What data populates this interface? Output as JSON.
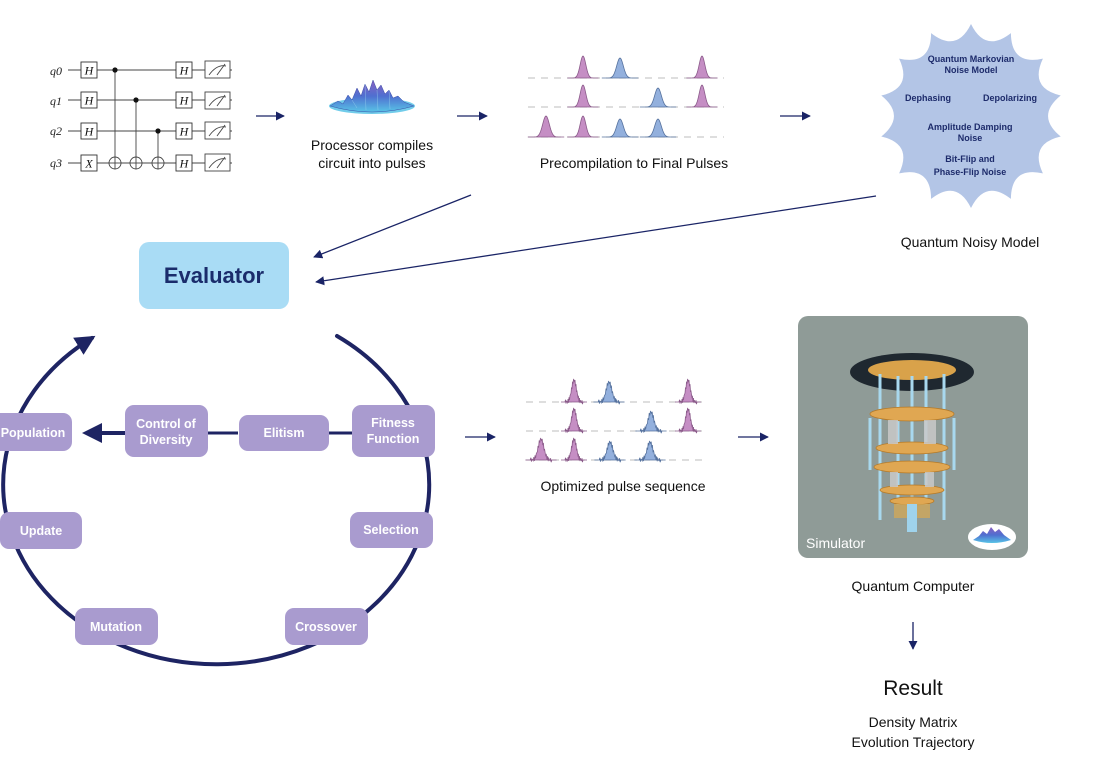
{
  "circuit": {
    "qubits": [
      "q0",
      "q1",
      "q2",
      "q3"
    ],
    "gate_h": "H",
    "gate_x": "X"
  },
  "stages": {
    "processor_line1": "Processor compiles",
    "processor_line2": "circuit into pulses",
    "precompilation": "Precompilation to Final Pulses",
    "noisy_model": "Quantum Noisy Model",
    "optimized": "Optimized pulse sequence",
    "quantum_computer": "Quantum Computer",
    "simulator": "Simulator"
  },
  "noise": {
    "markovian_line1": "Quantum Markovian",
    "markovian_line2": "Noise Model",
    "dephasing": "Dephasing",
    "depolarizing": "Depolarizing",
    "amplitude_line1": "Amplitude Damping",
    "amplitude_line2": "Noise",
    "bitflip_line1": "Bit-Flip and",
    "bitflip_line2": "Phase-Flip Noise"
  },
  "evaluator": "Evaluator",
  "cycle": {
    "population": "Population",
    "control_line1": "Control of",
    "control_line2": "Diversity",
    "elitism": "Elitism",
    "fitness_line1": "Fitness",
    "fitness_line2": "Function",
    "selection": "Selection",
    "crossover": "Crossover",
    "mutation": "Mutation",
    "update": "Update"
  },
  "result": {
    "title": "Result",
    "line1": "Density Matrix",
    "line2": "Evolution Trajectory"
  },
  "colors": {
    "arrow": "#1a2466",
    "pulse_pink": "#c58ec4",
    "pulse_blue": "#93b0dd",
    "step_fill": "#a99bcf",
    "evaluator_fill": "#a9dcf5",
    "noise_cloud": "#b3c5e6",
    "cycle_stroke": "#1e2463"
  }
}
